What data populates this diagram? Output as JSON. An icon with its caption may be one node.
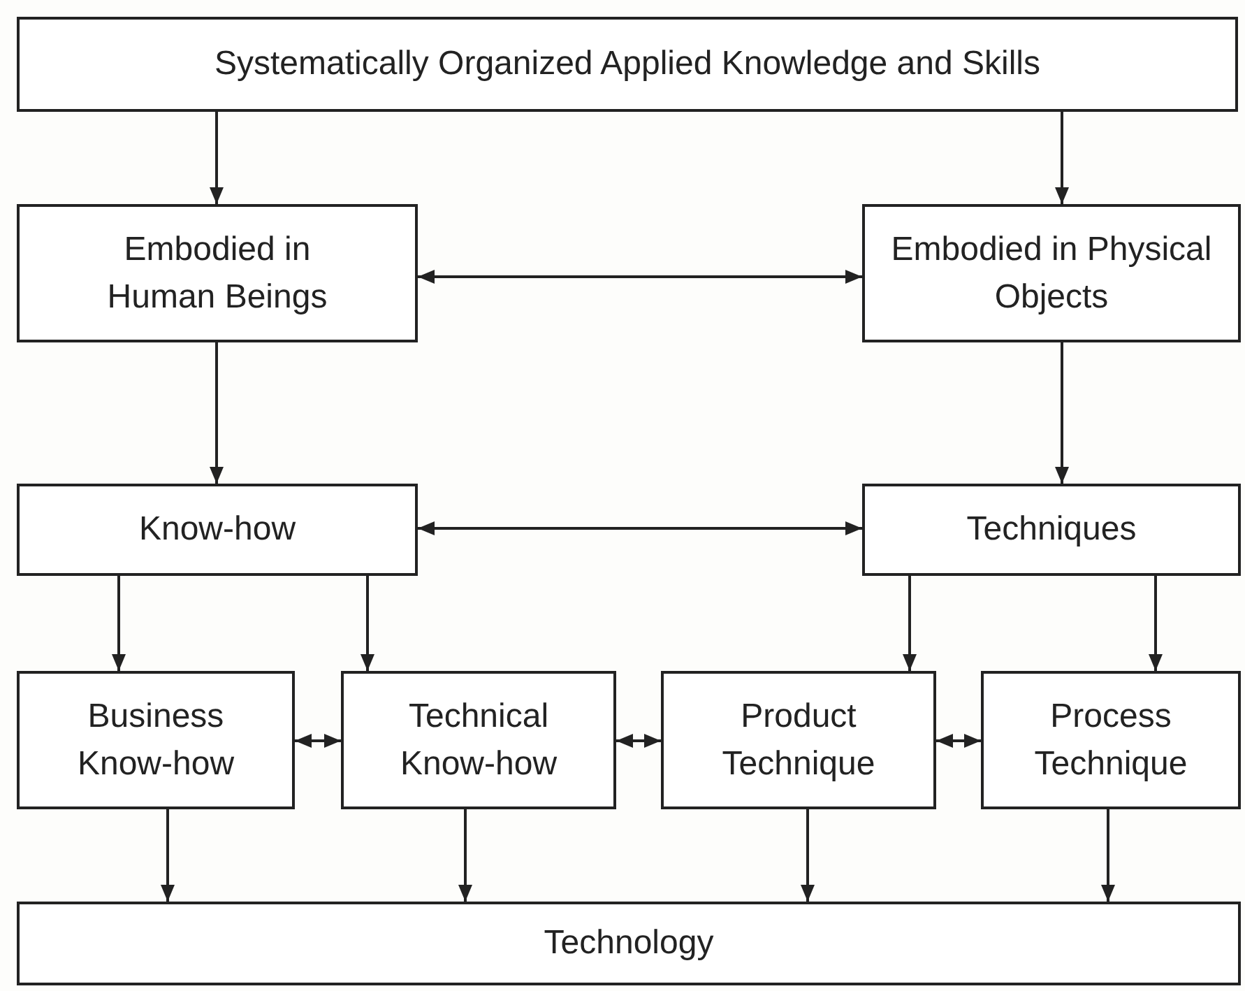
{
  "diagram": {
    "nodes": [
      {
        "text": [
          "Systematically Organized Applied Knowledge and Skills"
        ]
      },
      {
        "text": [
          "Embodied in Human Beings"
        ]
      },
      {
        "text": [
          "Embodied in Physical Objects"
        ]
      },
      {
        "text": [
          "Know-how"
        ]
      },
      {
        "text": [
          "Techniques"
        ]
      },
      {
        "text": [
          "Business Know-how"
        ]
      },
      {
        "text": [
          "Technical Know-how"
        ]
      },
      {
        "text": [
          "Product Technique"
        ]
      },
      {
        "text": [
          "Process Technique"
        ]
      },
      {
        "text": [
          "Technology"
        ]
      }
    ],
    "edges": [
      {
        "from": 0,
        "to": 1,
        "arrow": "to"
      },
      {
        "from": 0,
        "to": 2,
        "arrow": "to"
      },
      {
        "from": 1,
        "to": 2,
        "arrow": "both"
      },
      {
        "from": 1,
        "to": 3,
        "arrow": "to"
      },
      {
        "from": 2,
        "to": 4,
        "arrow": "to"
      },
      {
        "from": 3,
        "to": 4,
        "arrow": "both"
      },
      {
        "from": 3,
        "to": 5,
        "arrow": "to"
      },
      {
        "from": 3,
        "to": 6,
        "arrow": "to"
      },
      {
        "from": 4,
        "to": 7,
        "arrow": "to"
      },
      {
        "from": 4,
        "to": 8,
        "arrow": "to"
      },
      {
        "from": 5,
        "to": 6,
        "arrow": "both"
      },
      {
        "from": 6,
        "to": 7,
        "arrow": "both"
      },
      {
        "from": 7,
        "to": 8,
        "arrow": "both"
      },
      {
        "from": 5,
        "to": 9,
        "arrow": "to"
      },
      {
        "from": 6,
        "to": 9,
        "arrow": "to"
      },
      {
        "from": 7,
        "to": 9,
        "arrow": "to"
      },
      {
        "from": 8,
        "to": 9,
        "arrow": "to"
      }
    ]
  }
}
